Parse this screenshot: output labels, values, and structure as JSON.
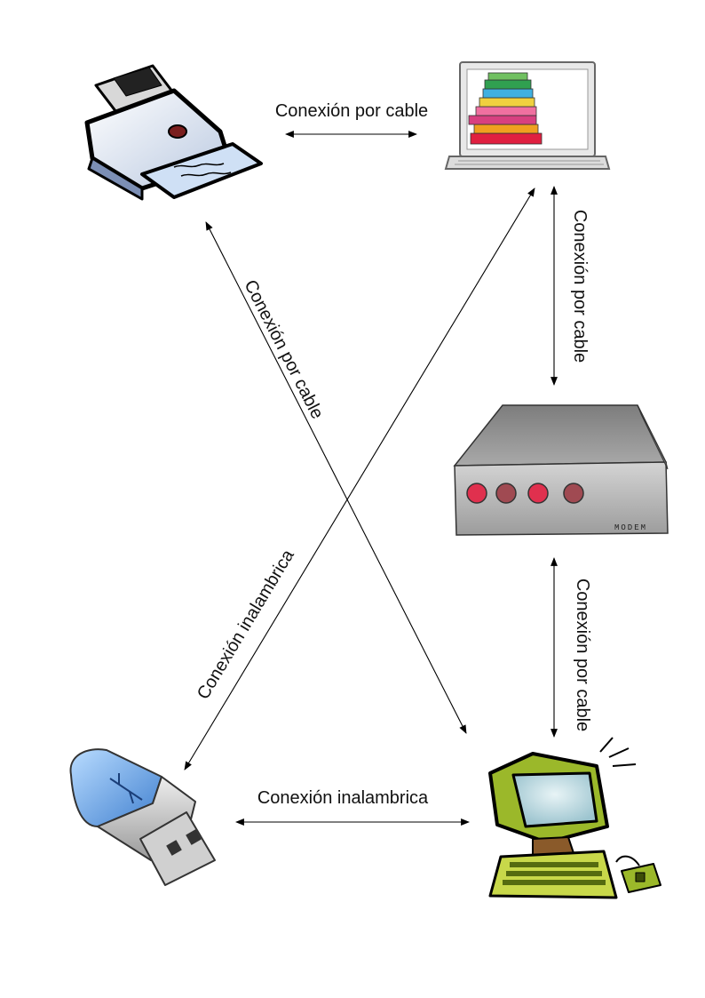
{
  "nodes": [
    {
      "id": "printer",
      "icon": "printer-icon"
    },
    {
      "id": "laptop",
      "icon": "laptop-icon"
    },
    {
      "id": "modem",
      "icon": "modem-icon",
      "brand_text": "MODEM"
    },
    {
      "id": "usb",
      "icon": "usb-drive-icon"
    },
    {
      "id": "desktop",
      "icon": "desktop-computer-icon"
    }
  ],
  "connections": [
    {
      "from": "printer",
      "to": "laptop",
      "label": "Conexión por cable"
    },
    {
      "from": "laptop",
      "to": "modem",
      "label": "Conexión por cable"
    },
    {
      "from": "modem",
      "to": "desktop",
      "label": "Conexión por cable"
    },
    {
      "from": "printer",
      "to": "desktop",
      "label": "Conexión por cable"
    },
    {
      "from": "usb",
      "to": "laptop",
      "label": "Conexión inalambrica"
    },
    {
      "from": "usb",
      "to": "desktop",
      "label": "Conexión inalambrica"
    }
  ],
  "colors": {
    "modem_body": "#9a9a9a",
    "modem_led_bright": "#e0304e",
    "modem_led_dark": "#a04a52",
    "usb_body": "#6aa8e8",
    "monitor_screen": "#b8d8e0",
    "computer_body": "#9bb82a"
  }
}
